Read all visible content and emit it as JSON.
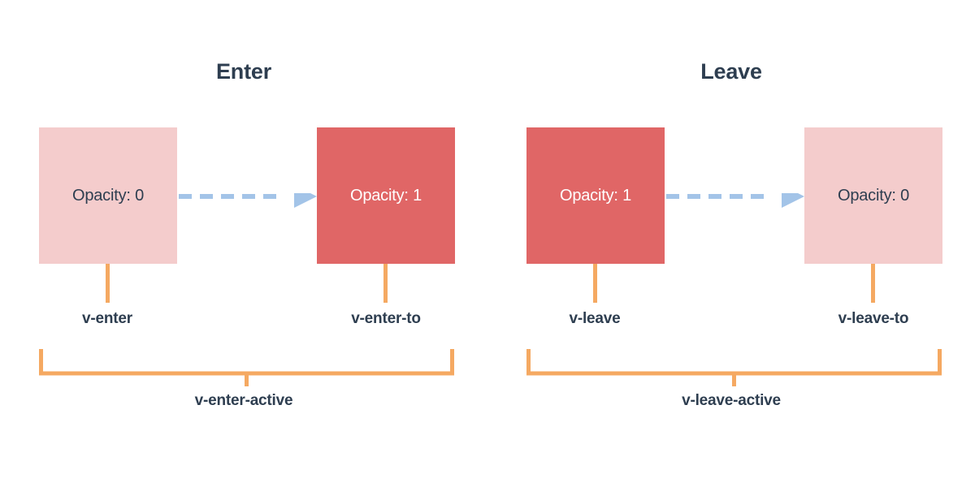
{
  "diagram": {
    "title_semantics": "vue-transition-class-lifecycle",
    "colors": {
      "background": "#ffffff",
      "box_pale": "#f4cccc",
      "box_solid": "#e06666",
      "arrow_blue": "#a3c4e8",
      "bracket_orange": "#f5a962",
      "text_dark": "#2e3e50",
      "text_on_solid": "#ffffff"
    },
    "panels": [
      {
        "id": "enter",
        "title": "Enter",
        "start_box": {
          "label": "Opacity: 0",
          "fill": "pale",
          "class_name": "v-enter"
        },
        "end_box": {
          "label": "Opacity: 1",
          "fill": "solid",
          "class_name": "v-enter-to"
        },
        "arrow": {
          "style": "dashed",
          "direction": "right",
          "dash_count": 5
        },
        "active_class": "v-enter-active"
      },
      {
        "id": "leave",
        "title": "Leave",
        "start_box": {
          "label": "Opacity: 1",
          "fill": "solid",
          "class_name": "v-leave"
        },
        "end_box": {
          "label": "Opacity: 0",
          "fill": "pale",
          "class_name": "v-leave-to"
        },
        "arrow": {
          "style": "dashed",
          "direction": "right",
          "dash_count": 5
        },
        "active_class": "v-leave-active"
      }
    ]
  }
}
